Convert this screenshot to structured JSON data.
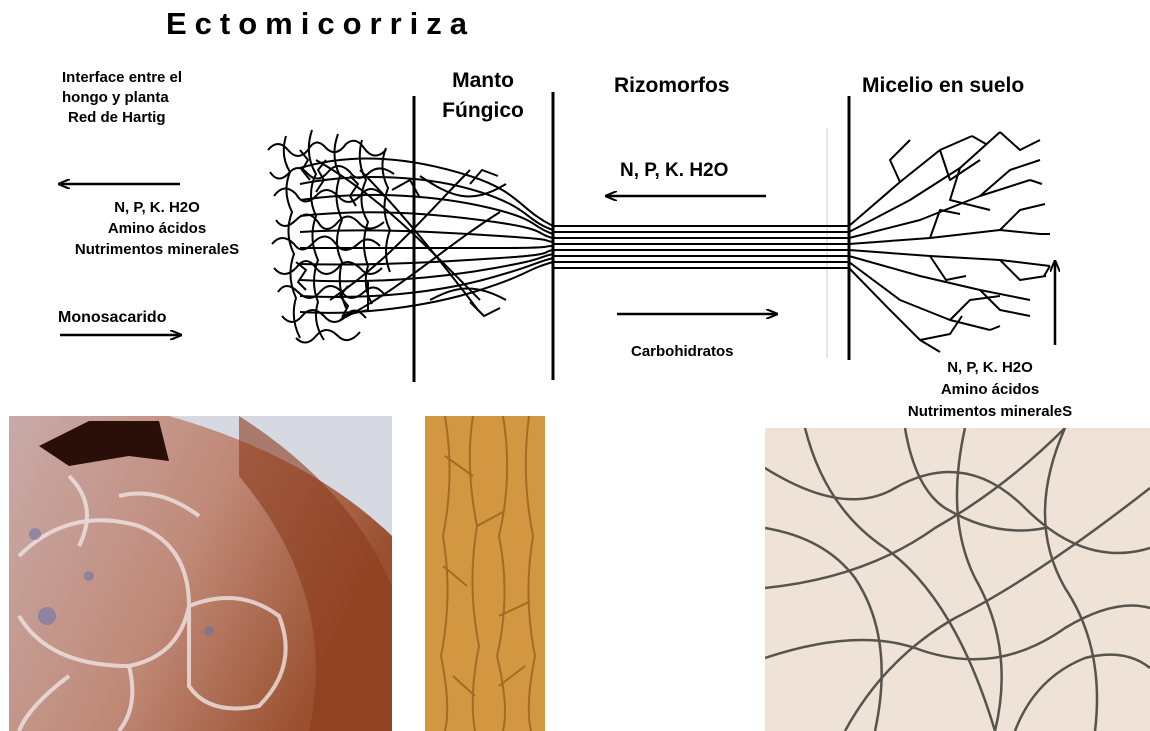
{
  "title": "Ectomicorriza",
  "sections": {
    "interface": {
      "line1": "Interface  entre  el",
      "line2": "hongo y planta",
      "line3": "Red de Hartig"
    },
    "manto": {
      "line1": "Manto",
      "line2": "Fúngico"
    },
    "rizomorfos": "Rizomorfos",
    "micelio": "Micelio en suelo"
  },
  "left_inflow": {
    "line1": "N, P, K. H2O",
    "line2": "Amino ácidos",
    "line3": "Nutrimentos mineraleS"
  },
  "left_outflow": "Monosacarido",
  "rizo_inflow": "N, P, K. H2O",
  "rizo_outflow": "Carbohidratos",
  "soil_inflow": {
    "line1": "N, P, K. H2O",
    "line2": "Amino ácidos",
    "line3": "Nutrimentos mineraleS"
  },
  "photos": {
    "hartig": "micrograph-hartig-net",
    "mantle": "micrograph-fungal-mantle",
    "mycelium": "micrograph-soil-mycelium"
  },
  "colors": {
    "ink": "#000000",
    "hartig_base": "#c79a8e",
    "mantle_base": "#c98a2e",
    "mycelium_base": "#eee3d6"
  }
}
